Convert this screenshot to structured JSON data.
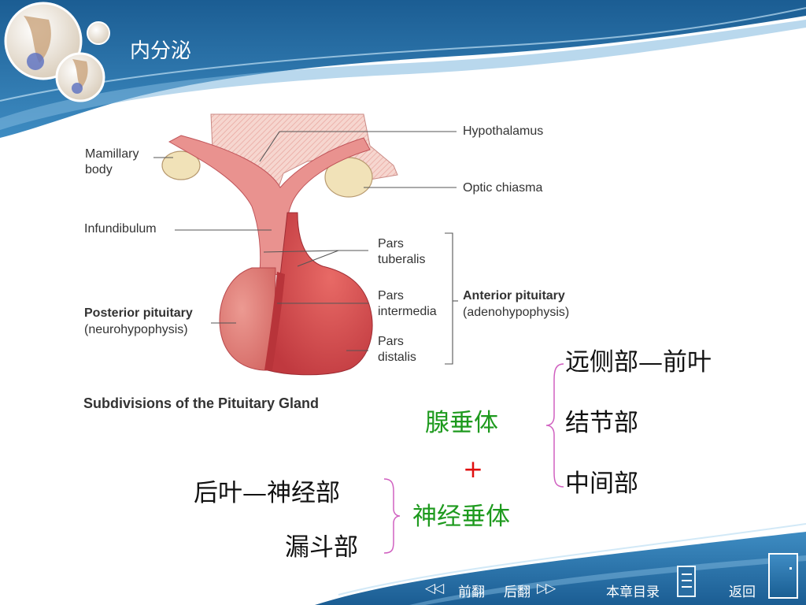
{
  "slide": {
    "title": "内分泌"
  },
  "diagram": {
    "labels": {
      "hypothalamus": "Hypothalamus",
      "mamillary_body": "Mamillary\nbody",
      "optic_chiasma": "Optic chiasma",
      "infundibulum": "Infundibulum",
      "pars_tuberalis": "Pars\ntuberalis",
      "pars_intermedia": "Pars\nintermedia",
      "pars_distalis": "Pars\ndistalis",
      "anterior_pituitary": "Anterior pituitary",
      "adenohypophysis": "(adenohypophysis)",
      "posterior_pituitary": "Posterior pituitary",
      "neurohypophysis": "(neurohypophysis)"
    },
    "caption": "Subdivisions of the Pituitary Gland",
    "colors": {
      "gland": "#d9534f",
      "gland_dark": "#b8343a",
      "stalk": "#e88a8a",
      "chiasma": "#f0e0b0",
      "hatch": "#f2c8c0"
    }
  },
  "classification": {
    "adeno": "腺垂体",
    "adeno_parts": [
      "远侧部—前叶",
      "结节部",
      "中间部"
    ],
    "plus": "+",
    "neuro": "神经垂体",
    "neuro_parts": [
      "后叶—神经部",
      "漏斗部"
    ],
    "colors": {
      "brace": "#d060c0",
      "green": "#1e9a1e",
      "plus": "#e01010"
    }
  },
  "nav": {
    "prev_arrows": "◁◁",
    "prev": "前翻",
    "next": "后翻",
    "next_arrows": "▷▷",
    "toc": "本章目录",
    "back": "返回",
    "icons": [
      "menu-list-icon",
      "exit-door-icon"
    ]
  }
}
